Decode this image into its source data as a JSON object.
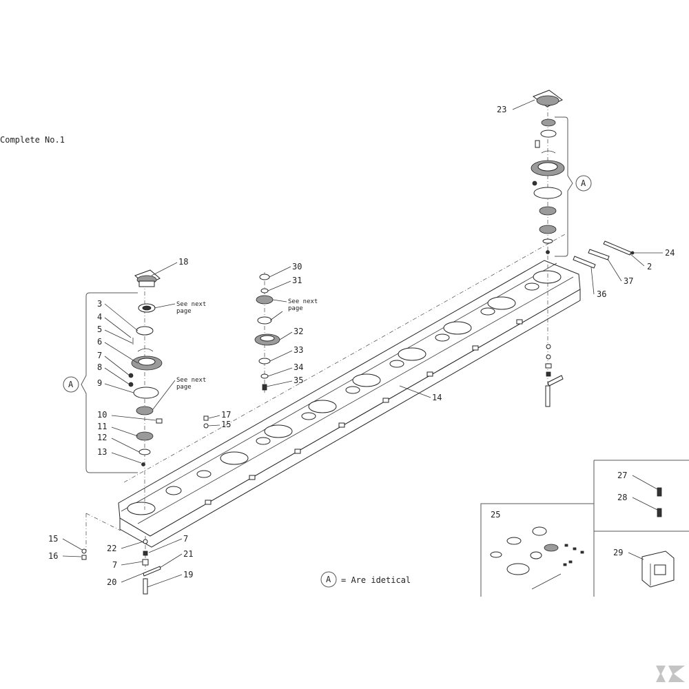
{
  "title": "Complete No.1",
  "note": {
    "marker": "A",
    "text": "= Are idetical"
  },
  "group_marker": "A",
  "see_next_page": "See next page",
  "see_next_line1": "See next",
  "see_next_line2": "page",
  "callouts": [
    "2",
    "3",
    "4",
    "5",
    "6",
    "7",
    "8",
    "9",
    "10",
    "11",
    "12",
    "13",
    "14",
    "15",
    "16",
    "17",
    "18",
    "19",
    "20",
    "21",
    "22",
    "23",
    "24",
    "25",
    "27",
    "28",
    "29",
    "30",
    "31",
    "32",
    "33",
    "34",
    "35",
    "36",
    "37"
  ],
  "parts": {
    "p2": "2",
    "p3": "3",
    "p4": "4",
    "p5": "5",
    "p6": "6",
    "p7": "7",
    "p8": "8",
    "p9": "9",
    "p10": "10",
    "p11": "11",
    "p12": "12",
    "p13": "13",
    "p14": "14",
    "p15": "15",
    "p16": "16",
    "p17": "17",
    "p18": "18",
    "p19": "19",
    "p20": "20",
    "p21": "21",
    "p22": "22",
    "p23": "23",
    "p24": "24",
    "p25": "25",
    "p27": "27",
    "p28": "28",
    "p29": "29",
    "p30": "30",
    "p31": "31",
    "p32": "32",
    "p33": "33",
    "p34": "34",
    "p35": "35",
    "p36": "36",
    "p37": "37"
  },
  "logo": "K"
}
